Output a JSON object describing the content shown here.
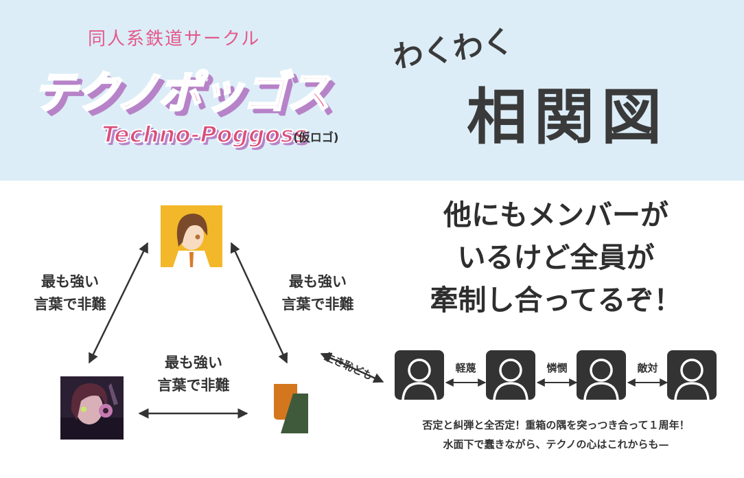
{
  "header": {
    "logo_subtitle": "同人系鉄道サークル",
    "logo_title": "テクノポッゴス",
    "logo_english": "Techno-Poggoss",
    "logo_note": "(仮ロゴ)",
    "title_small": "わくわく",
    "title_big": "相関図"
  },
  "diagram": {
    "edge_left": [
      "最も強い",
      "言葉で非難"
    ],
    "edge_right": [
      "最も強い",
      "言葉で非難"
    ],
    "edge_bottom": [
      "最も強い",
      "言葉で非難"
    ],
    "shame_label": "生き恥ども"
  },
  "members": {
    "headline": [
      "他にもメンバーが",
      "いるけど全員が",
      "牽制し合ってるぞ！"
    ],
    "relations": [
      "軽蔑",
      "憐憫",
      "敵対"
    ],
    "caption": [
      "否定と糾弾と全否定！重箱の隅を突っつき合って１周年！",
      "水面下で蠢きながら、テクノの心はこれからも—"
    ]
  },
  "colors": {
    "header_bg": "#dcedf7",
    "logo_pink": "#ec5e8d",
    "logo_shadow": "#b783c8",
    "avatar_yellow": "#f3b72a",
    "logo_orange": "#d4761e",
    "logo_green": "#3f5a3a"
  }
}
